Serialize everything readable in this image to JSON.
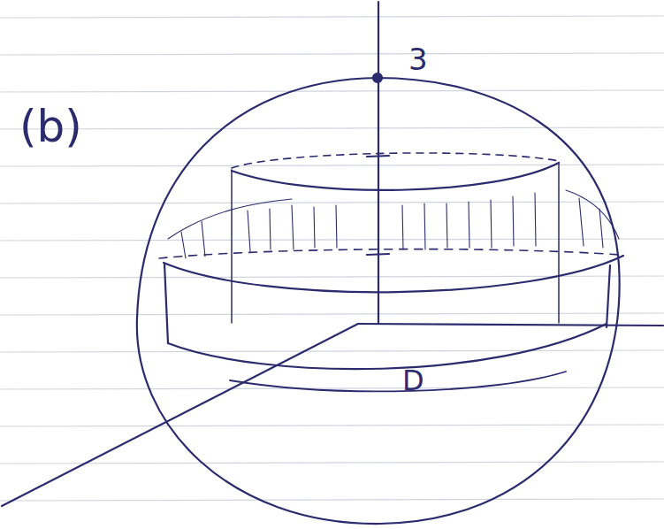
{
  "diagram": {
    "labels": [
      "(b)",
      "3",
      "D"
    ]
  }
}
